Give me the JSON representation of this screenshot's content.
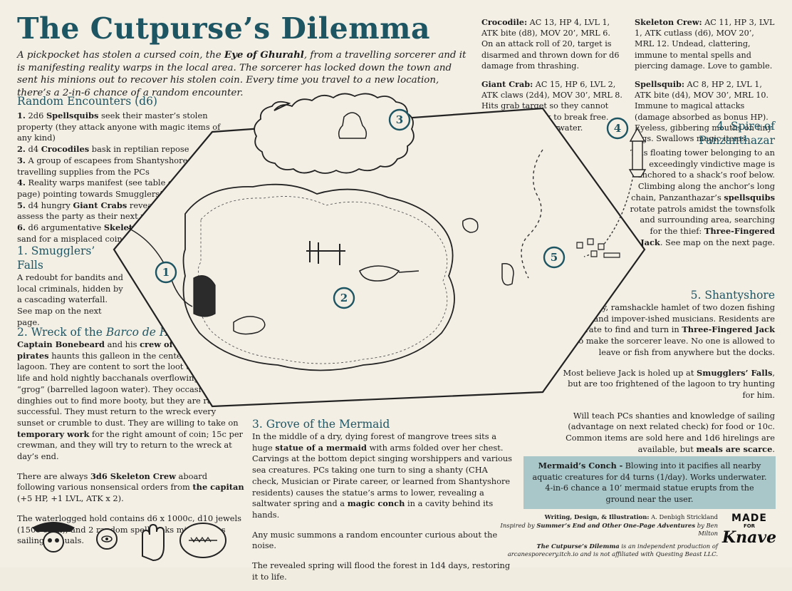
{
  "title": "The Cutpurse’s Dilemma",
  "intro": {
    "part1": "A pickpocket has stolen a cursed coin, the ",
    "coin": "Eye of Ghurahl",
    "part2": ", from a travelling sorcerer and it is manifesting reality warps in the local area. The sorcerer has locked down the town and sent his minions out to recover his stolen coin. Every time you travel to a new location, there’s a 2-in-6 chance of a random encounter."
  },
  "random_encounters": {
    "heading": "Random Encounters (d6)",
    "items": [
      {
        "num": "1.",
        "pre": " 2d6 ",
        "bold": "Spellsquibs",
        "post": " seek their master’s stolen property (they attack anyone with magic items of any kind)"
      },
      {
        "num": "2.",
        "pre": " d4 ",
        "bold": "Crocodiles",
        "post": " bask in reptilian repose"
      },
      {
        "num": "3.",
        "pre": " A group of escapees from Shantyshore beg for travelling supplies from the PCs",
        "bold": "",
        "post": ""
      },
      {
        "num": "4.",
        "pre": " Reality warps manifest (see table on the next page) pointing towards Smugglers’ Falls",
        "bold": "",
        "post": ""
      },
      {
        "num": "5.",
        "pre": " d4 hungry ",
        "bold": "Giant Crabs",
        "post": " reveal themselves and assess the party as their next meal"
      },
      {
        "num": "6.",
        "pre": " d6 argumentative ",
        "bold": "Skeleton Crew",
        "post": " scour the sand for a misplaced coin"
      }
    ]
  },
  "smugglers_falls": {
    "heading": "1. Smugglers’ Falls",
    "text": "A redoubt for bandits and local criminals, hidden by a cascading waterfall. See map on the next page."
  },
  "wreck": {
    "heading_pre": "2. Wreck of the ",
    "heading_italic": "Barco de Huesos",
    "captain": "Captain Bonebeard",
    "p1a": " and his ",
    "crew": "crew of skeleton pirates",
    "p1b": " haunts this galleon in the center of a large lagoon. They are content to sort the loot they stole in life and hold nightly bacchanals overflowing with “grog” (barrelled lagoon water). They occasionally row dinghies out to find more booty, but they are rarely successful. They must return to the wreck every sunset or crumble to dust. They are willing to take on ",
    "work": "temporary work",
    "p1c": " for the right amount of coin; 15c per crewman, and they will try to return to the wreck at day’s end.",
    "p2a": "There are always ",
    "skel": "3d6 Skeleton Crew",
    "p2b": " aboard following various nonsensical orders from ",
    "capitan": "the capitan",
    "p2c": " (+5 HP, +1 LVL, ATK x 2).",
    "p3": "The waterlogged hold contains d6 x 1000c, d10 jewels (150c each), and 2 random spellbooks mistaken as sailing manuals."
  },
  "grove": {
    "heading": "3. Grove of the Mermaid",
    "p1a": "In the middle of a dry, dying forest of mangrove trees sits a huge ",
    "statue": "statue of a mermaid",
    "p1b": " with arms folded over her chest. Carvings at the bottom depict singing worshippers and various sea creatures. PCs taking one turn to sing a shanty (CHA check, Musician or Pirate career, or learned from Shantyshore residents) causes the statue’s arms to lower, revealing a saltwater spring and a ",
    "conch": "magic conch",
    "p1c": " in a cavity behind its hands.",
    "p2": "Any music summons a random encounter curious about the noise.",
    "p3": "The revealed spring will flood the forest in 1d4 days, restoring it to life."
  },
  "spire": {
    "heading_line1": "4. Spire of",
    "heading_line2": "Panzanthazar",
    "p1a": "This floating tower belonging to an exceedingly vindictive mage is anchored to a shack’s roof below. Climbing along the anchor’s long chain, Panzanthazar’s ",
    "squibs": "spellsquibs",
    "p1b": " rotate patrols amidst the townsfolk  and surrounding area, searching for the thief: ",
    "jack": "Three-Fingered Jack",
    "p1c": ". See map on the next page."
  },
  "shantyshore": {
    "heading": "5. Shantyshore",
    "p1a": "A seedy, ramshackle hamlet of two dozen fishing families and impover-ished musicians. Residents are desperate to find and turn in ",
    "jack": "Three-Fingered Jack",
    "p1b": " to make the sorcerer leave. No one is allowed to leave or fish from anywhere but the docks.",
    "p2a": "Most believe Jack  is holed up at ",
    "falls": "Smugglers’ Falls",
    "p2b": ", but are too frightened of the lagoon to try hunting for him.",
    "p3a": "Will teach PCs shanties and knowledge of sailing (advantage on next related check) for food or 10c. Common items are sold here and 1d6 hirelings are available, but ",
    "meals": "meals are scarce",
    "p3b": "."
  },
  "stats": {
    "crocodile_name": "Crocodile:",
    "crocodile": " AC 13, HP 4, LVL 1, ATK bite (d8), MOV 20’, MRL 6. On an attack roll of 20, target is disarmed and thrown down for d6 damage from thrashing.",
    "crab_name": "Giant Crab:",
    "crab": " AC 15, HP 6, LVL 2, ATK claws (2d4), MOV 30’, MRL 8. Hits grab target so they cannot move, STR check to break free. Can breathe underwater.",
    "skeleton_name": "Skeleton Crew:",
    "skeleton": " AC 11, HP 3, LVL 1, ATK cutlass (d6), MOV 20’, MRL 12. Undead, clattering, immune to mental spells and piercing damage. Love to gamble.",
    "squib_name": "Spellsquib:",
    "squib": " AC 8, HP 2, LVL 1, ATK bite (d4), MOV 30’, MRL 10. Immune to magical attacks (damage absorbed as bonus HP). Eyeless, gibbering mouths on tiny legs. Swallows magic items."
  },
  "conch_box": {
    "name": "Mermaid’s Conch -",
    "text": " Blowing into it pacifies all nearby aquatic creatures for d4 turns (1/day). Works underwater. 4-in-6 chance a 10’ mermaid statue erupts from the ground near the user."
  },
  "credits": {
    "label": "Writing, Design, & Illustration:",
    "author": " A. Denbigh Strickland",
    "inspired_pre": "Inspired by ",
    "inspired_works": "Summer’s End and Other One-Page Adventures",
    "inspired_post": " by Ben Milton",
    "line3a": "The Cutpurse’s Dilemma",
    "line3b": " is an independent production of",
    "line4": "arcanesporecery.itch.io and is not affiliated with Questing Beast LLC."
  },
  "badge": {
    "made": "MADE",
    "for": "FOR",
    "knave": "Knave"
  },
  "map_markers": [
    "1",
    "2",
    "3",
    "4",
    "5"
  ],
  "colors": {
    "accent": "#1e5563",
    "conch_box": "#a9c6c9",
    "paper": "#f3efe5"
  }
}
